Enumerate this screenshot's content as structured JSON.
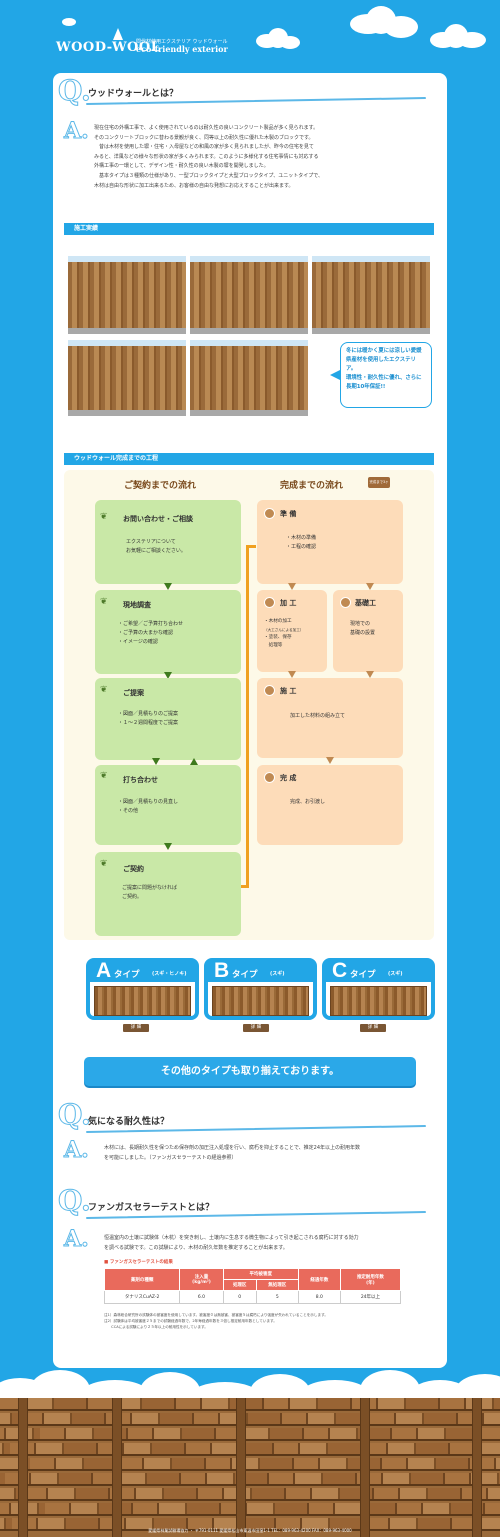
{
  "brand": {
    "logo": "WOOD-WOOL",
    "subtitle_ja": "間伐材使用エクステリア ウッドウォール",
    "subtitle_en": "eco-friendly exterior"
  },
  "q1": {
    "question": "ウッドウォールとは？",
    "answer": [
      "現在住宅の外構工事で、よく使用されているのは耐久性の良いコンクリート製品が多く見られます。",
      "そのコンクリートブロックに替わる景観が良く、同等以上の耐久性に優れた木製のブロックです。",
      "　昔は木材を使用した塀・住宅・入母屋などの和風の家が多く見られましたが、昨今の住宅を見て",
      "みると、洋風などの様々な形状の家が多くみられます。このように多様化する住宅事情にも対応する",
      "外構工事の一環として、デザイン性・耐久性の良い木製の塀を開発しました。",
      "　基本タイプは３種類の仕様があり、一型ブロックタイプと大型ブロックタイプ、ユニットタイプで、",
      "木材は自由な形状に加工出来るため、お客様の自由な発想にお応えすることが出来ます。"
    ]
  },
  "results": {
    "section_title": "施工実績",
    "bubble": [
      "冬には暖かく夏には涼しい愛媛",
      "県産材を使用したエクステリア。",
      "環境性・耐久性に優れ、さらに",
      "長期10年保証!!"
    ]
  },
  "process": {
    "section_title": "ウッドウォール完成までの工程",
    "left_head": "ご契約までの流れ",
    "right_head": "完成までの流れ",
    "right_badge": "完成まで3ヶ月",
    "steps_left": [
      {
        "title": "お問い合わせ・ご相談",
        "lines": [
          "エクステリアについて",
          "お気軽にご相談ください。"
        ]
      },
      {
        "title": "現地調査",
        "lines": [
          "・ご希望／ご予算打ち合わせ",
          "・ご予算の大まかな確認",
          "・イメージの確認"
        ]
      },
      {
        "title": "ご提案",
        "lines": [
          "・図面／見積もりのご提案",
          "・１～２週間程度でご提案"
        ]
      },
      {
        "title": "打ち合わせ",
        "lines": [
          "・図面／見積もりの見直し",
          "・その他"
        ]
      },
      {
        "title": "ご契約",
        "lines": [
          "ご提案に問題がなければ",
          "ご契約。"
        ]
      }
    ],
    "steps_right": {
      "prep": {
        "title": "準 備",
        "lines": [
          "・木材の準備",
          "・工程の確認"
        ]
      },
      "process": {
        "title": "加 工",
        "lines": [
          "・木材の加工",
          "（大工さんによる加工）",
          "・塗装、保存",
          "　処理等"
        ]
      },
      "foundation": {
        "title": "基礎工",
        "lines": [
          "現地での",
          "基礎の設置"
        ]
      },
      "construction": {
        "title": "施 工",
        "lines": [
          "加工した材料の組み立て"
        ]
      },
      "done": {
        "title": "完 成",
        "lines": [
          "完成、お引渡し"
        ]
      }
    }
  },
  "types": [
    {
      "letter": "A",
      "name": "タイプ",
      "sub": "(スギ・ヒノキ)",
      "button": "詳 細"
    },
    {
      "letter": "B",
      "name": "タイプ",
      "sub": "(スギ)",
      "button": "詳 細"
    },
    {
      "letter": "C",
      "name": "タイプ",
      "sub": "(スギ)",
      "button": "詳 細"
    }
  ],
  "other_types": "その他のタイプも取り揃えております。",
  "q2": {
    "question": "気になる耐久性は？",
    "answer": [
      "木材には、長期耐久性を保つため保存剤の加圧注入処理を行い、腐朽を抑止することで、推定24年以上の耐用年数",
      "を可能にしました。（ファンガスセラーテストの経過参照）"
    ]
  },
  "q3": {
    "question": "ファンガスセラーテストとは？",
    "answer": [
      "恒温室内の土壌に試験体（木杭）を突き刺し、土壌内に生息する微生物によって引き起こされる腐朽に対する効力",
      "を調べる試験です。この試験により、木材の耐久年数を推定することが出来ます。"
    ],
    "table_title": "■ ファンガスセラーテストの結果",
    "table": {
      "headers": [
        "薬剤の種類",
        "注入量",
        "処理区",
        "無処理区",
        "経過年数",
        "推定耐用年数"
      ],
      "header_sub": [
        "",
        "(kg/m³)",
        "平均被害度",
        "",
        "",
        "(年)"
      ],
      "row": [
        "タナリスCuAZ-2",
        "6.0",
        "0",
        "5",
        "8.0",
        "24年以上"
      ]
    },
    "notes": [
      "注1）森林総合研究所の試験体の被害度を使用しています。被害度０は無被害、被害度５は腐朽により強度が失われていることを示します。",
      "注2）試験体は平均被害度２５までの試験経過年数で、2年毎経過年数を３倍し推定耐用年数としています。",
      "　　CCAによる試験により２５年以上の耐用性を示しています。"
    ]
  },
  "footer": "愛媛県林業試験場協力 ・ 〒791-0111 愛媛県松山市東温市田窪1-1 TEL：089-963-4200 FAX：089-963-4000"
}
